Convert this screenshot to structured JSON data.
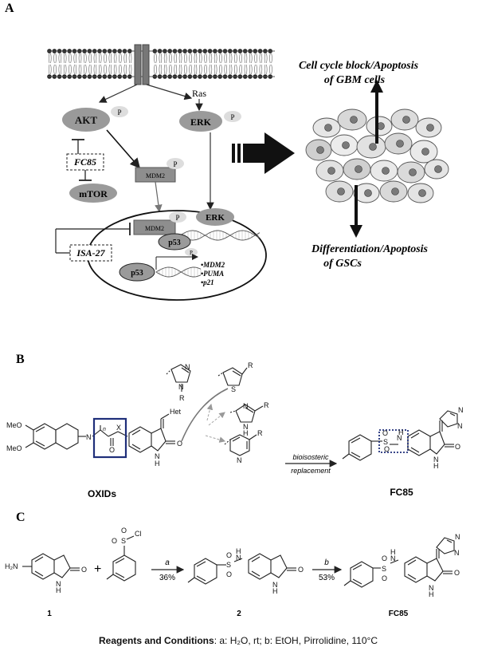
{
  "panel_a": {
    "label": "A",
    "nodes": {
      "akt": "AKT",
      "ras": "Ras",
      "erk_top": "ERK",
      "p": "P",
      "fc85": "FC85",
      "mtor": "mTOR",
      "mdm2": "MDM2",
      "erk_nucleus": "ERK",
      "isa27": "ISA-27",
      "p53": "p53",
      "targets": [
        "•MDM2",
        "•PUMA",
        "•p21"
      ]
    },
    "outcomes": {
      "gbm_line1": "Cell cycle block/Apoptosis",
      "gbm_line2": "of GBM cells",
      "gsc_line1": "Differentiation/Apoptosis",
      "gsc_line2": "of GSCs"
    }
  },
  "panel_b": {
    "label": "B",
    "left_compound": "OXIDs",
    "right_compound": "FC85",
    "arrow_line1": "bioisosteric",
    "arrow_line2": "replacement",
    "atoms": {
      "meo": "MeO",
      "het": "Het",
      "n": "N",
      "h": "H",
      "o": "O",
      "x": "X",
      "r": "R",
      "s": "S",
      "n_chain": "n"
    }
  },
  "panel_c": {
    "label": "C",
    "compound1": "1",
    "compound2": "2",
    "product": "FC85",
    "step_a": "a",
    "yield_a": "36%",
    "step_b": "b",
    "yield_b": "53%",
    "plus": "+",
    "atoms": {
      "h2n": "H₂N",
      "cl": "Cl",
      "s": "S",
      "o": "O",
      "n": "N",
      "h": "H"
    }
  },
  "footer": {
    "bold": "Reagents and Conditions",
    "text": ": a: H₂O, rt; b: EtOH, Pirrolidine, 110°C"
  }
}
